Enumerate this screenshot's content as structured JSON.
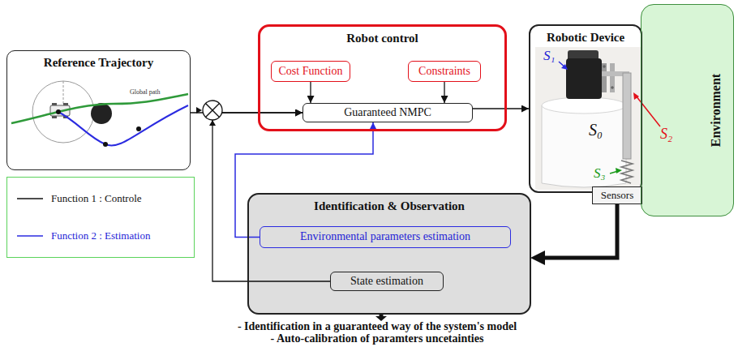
{
  "diagram": {
    "nodes": [
      {
        "text": [
          "Reference Trajectory"
        ]
      },
      {
        "text": [
          "Robot control"
        ]
      },
      {
        "text": [
          "Cost Function"
        ],
        "in": 1
      },
      {
        "text": [
          "Constraints"
        ],
        "in": 1
      },
      {
        "text": [
          "Guaranteed NMPC"
        ],
        "in": 1
      },
      {
        "text": [
          "Robotic Device"
        ]
      },
      {
        "text": [
          "Sensors"
        ],
        "in": 5
      },
      {
        "text": [
          "Environment"
        ]
      },
      {
        "text": [
          "Identification & Observation"
        ]
      },
      {
        "text": [
          "Environmental parameters estimation"
        ],
        "in": 8
      },
      {
        "text": [
          "State estimation"
        ],
        "in": 8
      }
    ],
    "edges": [
      {
        "from": 0,
        "to": 4,
        "arrow": "to"
      },
      {
        "from": 10,
        "to": 4,
        "arrow": "to"
      },
      {
        "from": 2,
        "to": 4,
        "arrow": "to"
      },
      {
        "from": 3,
        "to": 4,
        "arrow": "to"
      },
      {
        "from": 4,
        "to": 5,
        "arrow": "to"
      },
      {
        "from": 6,
        "to": 8,
        "arrow": "to"
      },
      {
        "from": 9,
        "to": 4,
        "arrow": "to"
      }
    ],
    "labels": [
      "Global path",
      "S₁",
      "S₀",
      "S₂",
      "S₃",
      "- Identification in a guaranteed way of the system's model",
      "- Auto-calibration of paramters uncetainties"
    ],
    "legend": [
      {
        "text": "Function 1 : Controle"
      },
      {
        "text": "Function 2 : Estimation"
      }
    ]
  }
}
